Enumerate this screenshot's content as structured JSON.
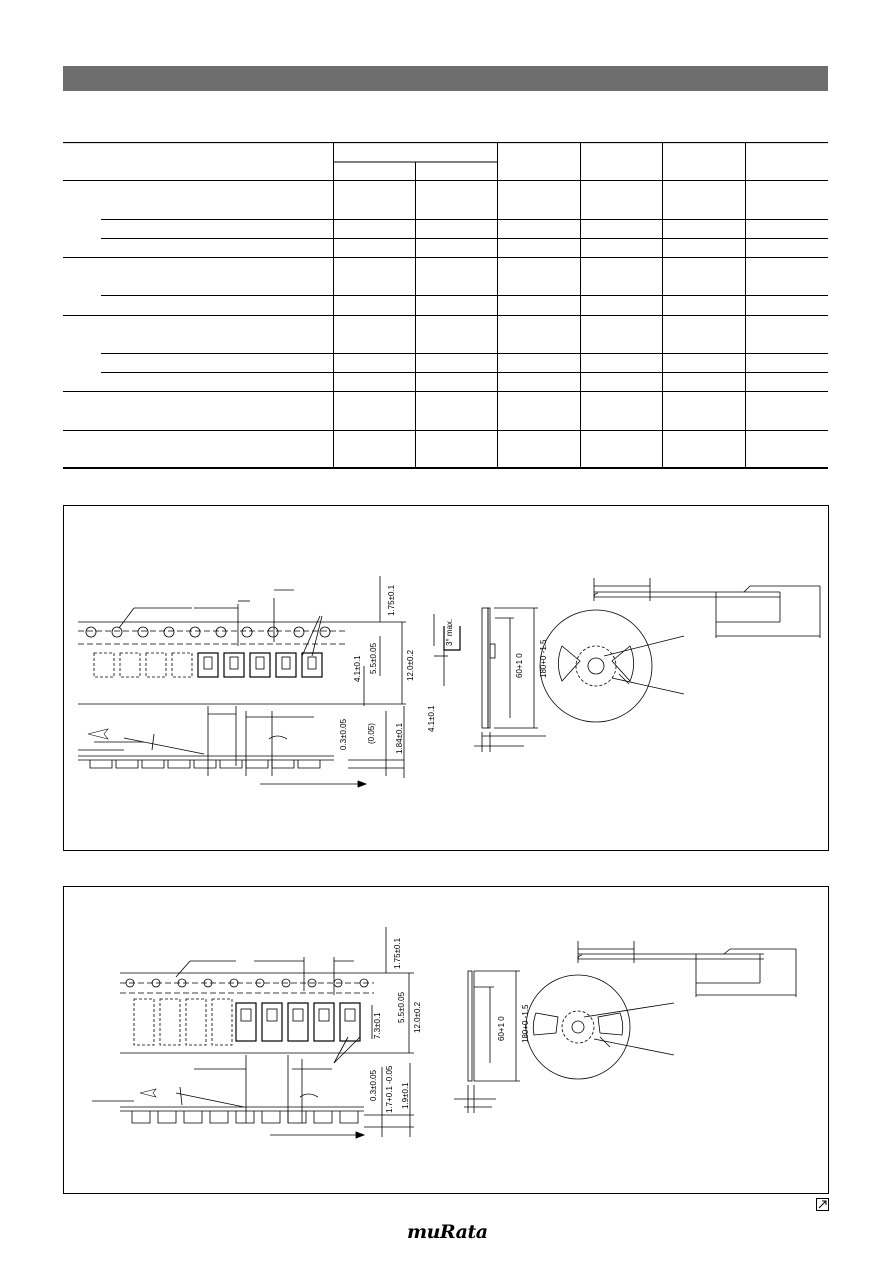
{
  "header": {
    "bar_color": "#6e6e6e"
  },
  "table": {
    "columns": 8,
    "rule_color": "#000000"
  },
  "fig1": {
    "dims": [
      "1.75±0.1",
      "5.5±0.05",
      "12.0±0.2",
      "4.1±0.1",
      "(0.05)",
      "0.3±0.05",
      "1.84±0.1",
      "4.1±0.1",
      "3° max.",
      "60+1 0",
      "180+0 -1.5"
    ],
    "reel_hub": "60+1 0",
    "reel_dia": "180+0 -1.5"
  },
  "fig2": {
    "dims": [
      "1.75±0.1",
      "5.5±0.05",
      "12.0±0.2",
      "7.3±0.1",
      "0.3±0.05",
      "1.7+0.1 -0.05",
      "1.9±0.1",
      "60+1 0",
      "180+0 -1.5"
    ]
  },
  "footer": {
    "logo": "muRata",
    "link_icon": "external-link-icon"
  }
}
